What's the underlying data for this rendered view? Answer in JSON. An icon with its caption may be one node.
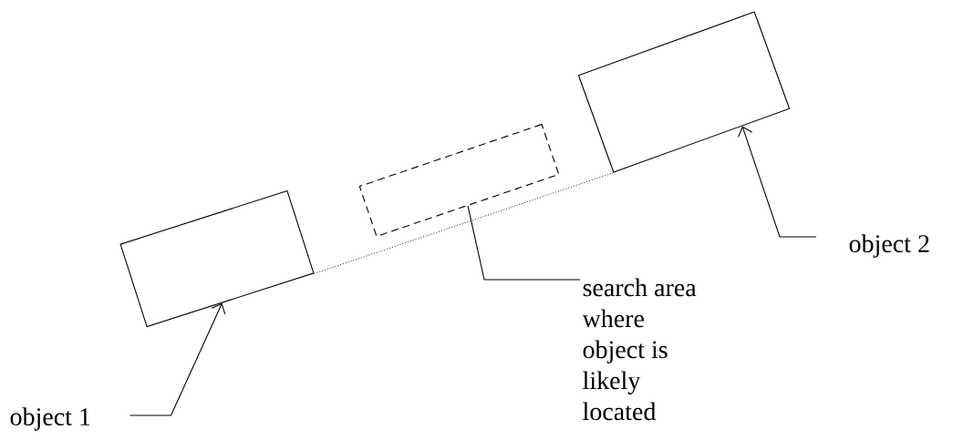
{
  "diagram": {
    "nodes": [
      {
        "text": [],
        "shape": "box"
      },
      {
        "text": [],
        "shape": "box"
      },
      {
        "text": [],
        "shape": "box"
      },
      {
        "text": [
          "object 1"
        ]
      },
      {
        "text": [
          "search area where object is likely located"
        ]
      },
      {
        "text": [
          "object 2"
        ]
      }
    ],
    "edges": [
      {
        "from": 0,
        "to": 2,
        "arrow": "none",
        "style": "dashed"
      },
      {
        "from": 3,
        "to": 0,
        "arrow": "to"
      },
      {
        "from": 4,
        "to": 1,
        "arrow": "none"
      },
      {
        "from": 5,
        "to": 2,
        "arrow": "to"
      }
    ]
  }
}
